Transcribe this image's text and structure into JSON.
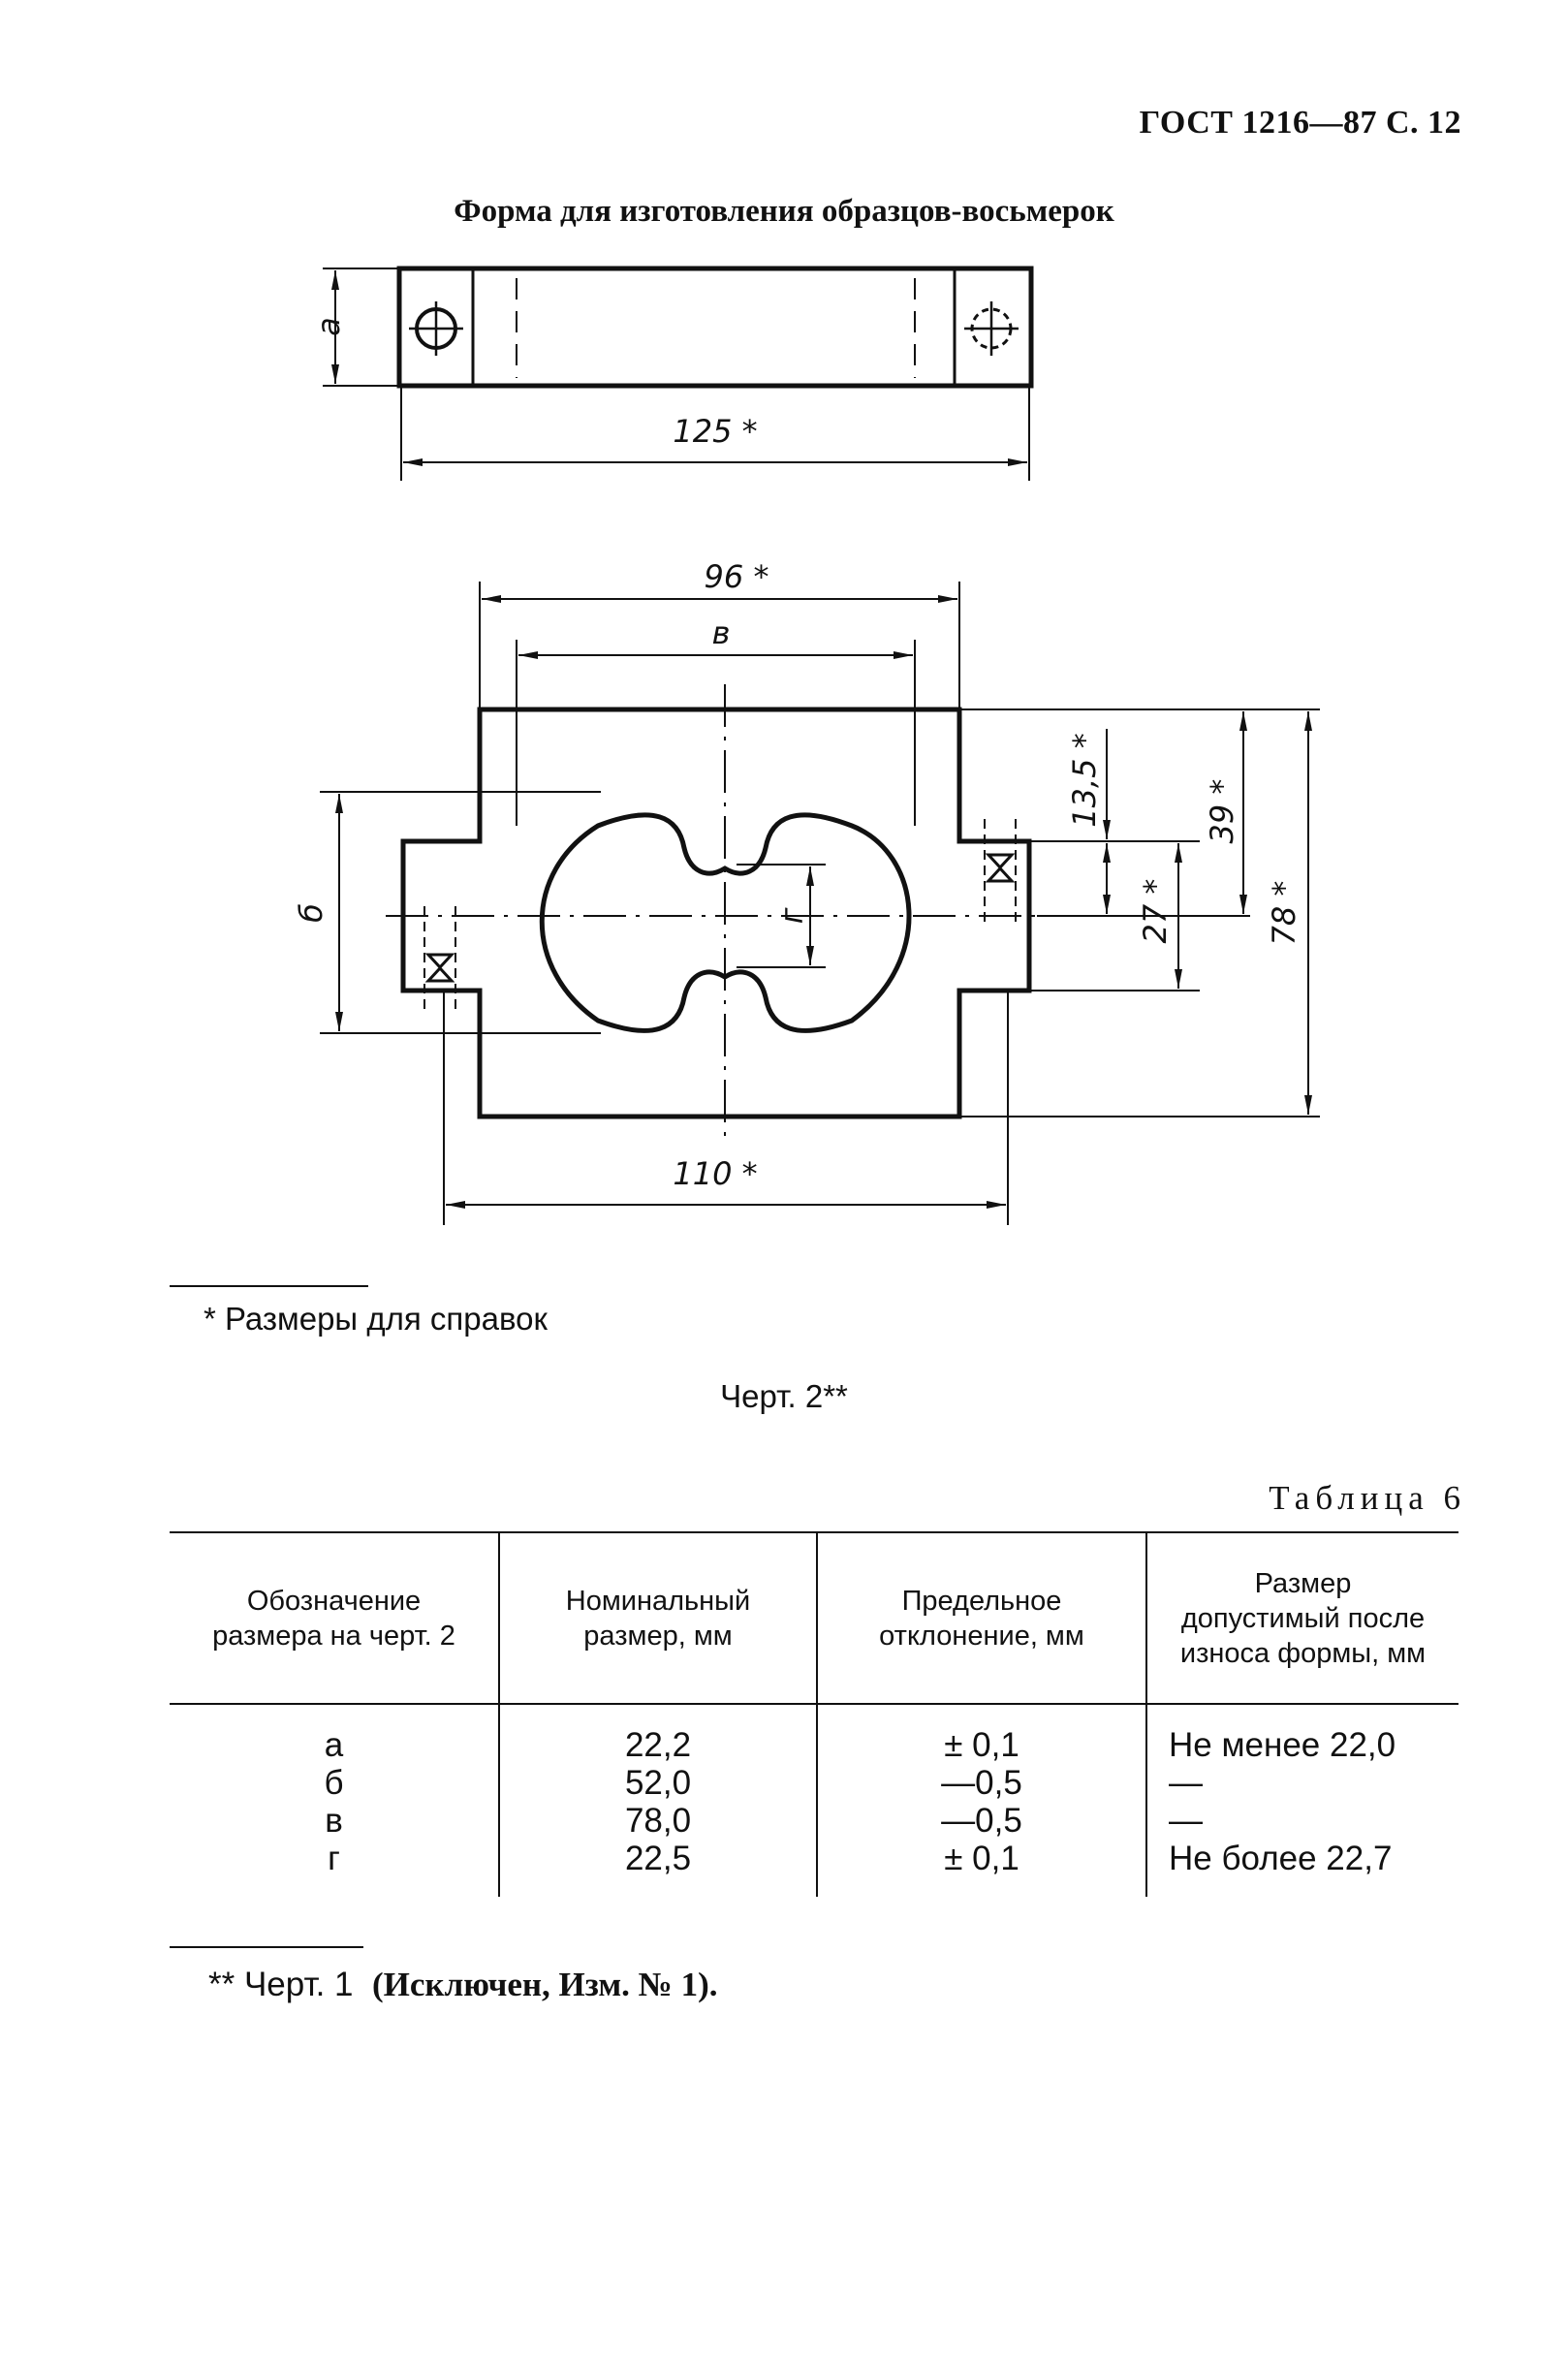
{
  "header": {
    "standard_ref": "ГОСТ 1216—87 С. 12"
  },
  "figure": {
    "title": "Форма для изготовления образцов-восьмерок",
    "top_view_dims": {
      "a": "а",
      "length": "125 *"
    },
    "plan_view_dims": {
      "width_96": "96 *",
      "v": "в",
      "b": "б",
      "g": "г",
      "d_13_5": "13,5 *",
      "d_39": "39 *",
      "d_27": "27 *",
      "d_78": "78 *",
      "d_110": "110 *"
    },
    "footnote": "* Размеры для справок",
    "caption": "Черт. 2**"
  },
  "table": {
    "title": "Таблица 6",
    "headers": [
      [
        "Обозначение",
        "размера на черт. 2"
      ],
      [
        "Номинальный",
        "размер, мм"
      ],
      [
        "Предельное",
        "отклонение, мм"
      ],
      [
        "Размер",
        "допустимый после",
        "износа формы, мм"
      ]
    ],
    "columns": {
      "designation": [
        "а",
        "б",
        "в",
        "г"
      ],
      "nominal": [
        "22,2",
        "52,0",
        "78,0",
        "22,5"
      ],
      "deviation": [
        "± 0,1",
        "—0,5",
        "—0,5",
        "± 0,1"
      ],
      "wear_limit": [
        "Не менее 22,0",
        "—",
        "—",
        "Не более 22,7"
      ]
    }
  },
  "footnote2": {
    "marker": "** Черт. 1",
    "text": "(Исключен, Изм. № 1)."
  }
}
